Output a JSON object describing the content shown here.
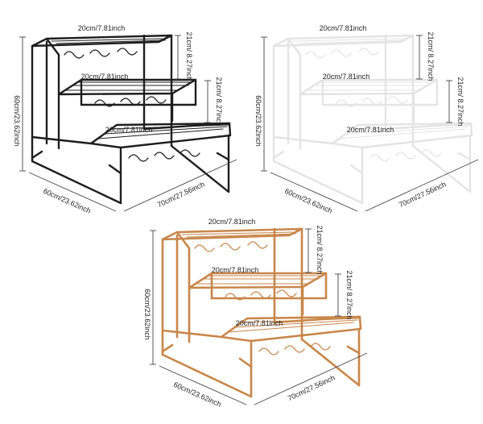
{
  "colors": {
    "black_stand": "#1e1e1e",
    "white_stand": "#e4e4e4",
    "wood_stand": "#c8864a",
    "dimension_line": "#444444"
  },
  "stands": [
    {
      "name": "black",
      "shelf_width_top": "20cm/7.81inch",
      "shelf_width_mid": "20cm/7.81inch",
      "shelf_width_bottom": "20cm/7.81inch",
      "tier_gap_upper": "21cm/ 8.27inch",
      "tier_gap_lower": "21cm/ 8.27inch",
      "height": "60cm/23.62inch",
      "depth": "60cm/23.62inch",
      "length": "70cm/27.56inch"
    },
    {
      "name": "white",
      "shelf_width_top": "20cm/7.81inch",
      "shelf_width_mid": "20cm/7.81inch",
      "shelf_width_bottom": "20cm/7.81inch",
      "tier_gap_upper": "21cm/ 8.27inch",
      "tier_gap_lower": "21cm/ 8.27inch",
      "height": "60cm/23.62inch",
      "depth": "60cm/23.62inch",
      "length": "70cm/27.56inch"
    },
    {
      "name": "wood",
      "shelf_width_top": "20cm/7.81inch",
      "shelf_width_mid": "20cm/7.81inch",
      "shelf_width_bottom": "20cm/7.81inch",
      "tier_gap_upper": "21cm/ 8.27inch",
      "tier_gap_lower": "21cm/ 8.27inch",
      "height": "60cm/23.62inch",
      "depth": "60cm/23.62inch",
      "length": "70cm/27.56inch"
    }
  ]
}
